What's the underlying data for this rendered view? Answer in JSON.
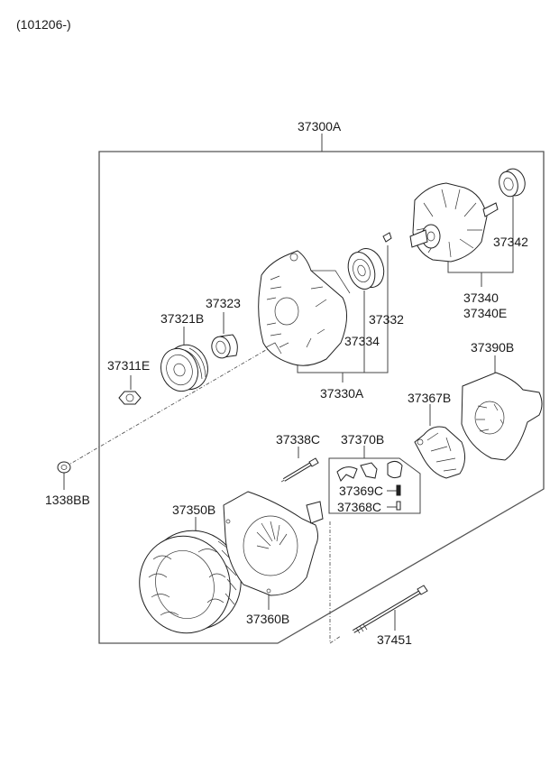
{
  "header": {
    "date_code": "(101206-)"
  },
  "assembly": {
    "label": "37300A"
  },
  "labels": {
    "p37330A": "37330A",
    "p37332": "37332",
    "p37334": "37334",
    "p37323": "37323",
    "p37321B": "37321B",
    "p37311E": "37311E",
    "p1338BB": "1338BB",
    "p37340": "37340",
    "p37340E": "37340E",
    "p37342": "37342",
    "p37390B": "37390B",
    "p37367B": "37367B",
    "p37370B": "37370B",
    "p37369C": "37369C",
    "p37368C": "37368C",
    "p37338C": "37338C",
    "p37350B": "37350B",
    "p37360B": "37360B",
    "p37451": "37451"
  }
}
